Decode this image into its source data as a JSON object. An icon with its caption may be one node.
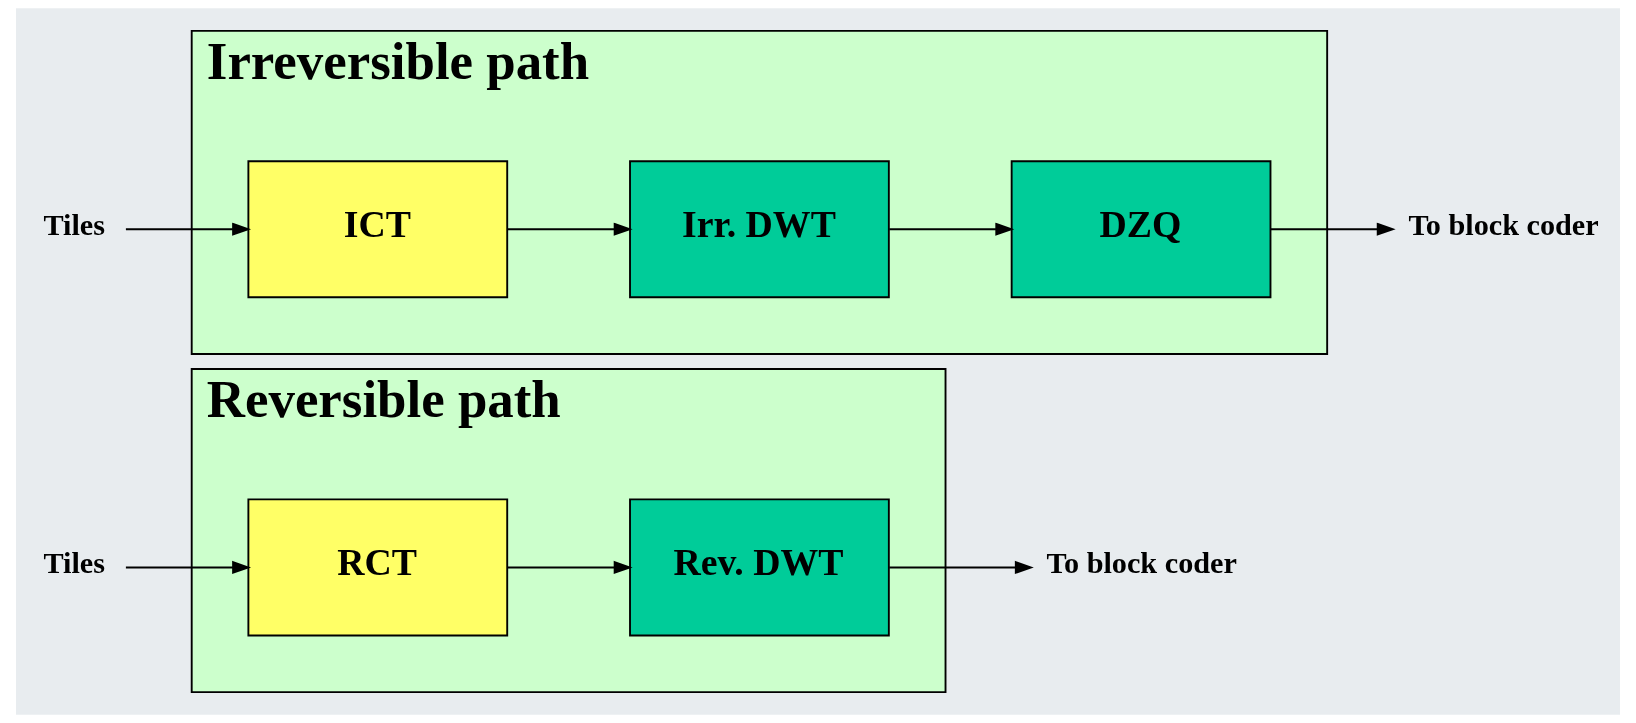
{
  "diagram": {
    "nodes": [
      {
        "text": [
          "Reversible path"
        ]
      },
      {
        "text": [
          "Tiles"
        ]
      },
      {
        "text": [
          "RCT"
        ],
        "in": 0
      },
      {
        "text": [
          "Rev. DWT"
        ],
        "in": 0
      },
      {
        "text": [
          "To block coder"
        ]
      },
      {
        "text": [
          "Irreversible path"
        ]
      },
      {
        "text": [
          "Tiles"
        ]
      },
      {
        "text": [
          "ICT"
        ],
        "in": 5
      },
      {
        "text": [
          "Irr. DWT"
        ],
        "in": 5
      },
      {
        "text": [
          "DZQ"
        ],
        "in": 5
      },
      {
        "text": [
          "To block coder"
        ]
      }
    ],
    "edges": [
      {
        "from": 1,
        "to": 2,
        "arrow": "to"
      },
      {
        "from": 2,
        "to": 3,
        "arrow": "to"
      },
      {
        "from": 3,
        "to": 4,
        "arrow": "to"
      },
      {
        "from": 6,
        "to": 7,
        "arrow": "to"
      },
      {
        "from": 7,
        "to": 8,
        "arrow": "to"
      },
      {
        "from": 8,
        "to": 9,
        "arrow": "to"
      },
      {
        "from": 9,
        "to": 10,
        "arrow": "to"
      }
    ]
  }
}
